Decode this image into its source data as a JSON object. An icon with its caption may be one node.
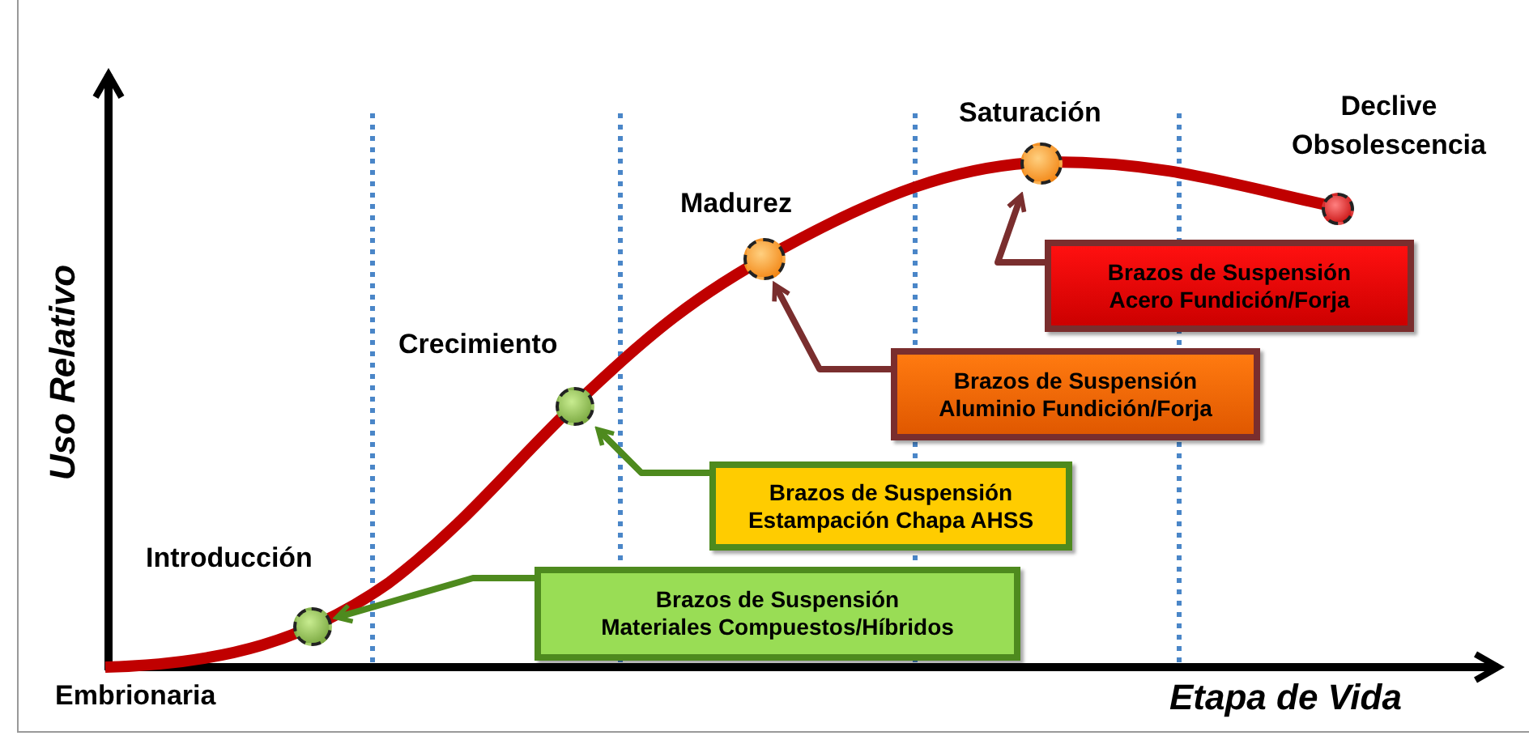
{
  "diagram": {
    "nodes": [
      {
        "text": [
          "Brazos de Suspensión Acero Fundición/Forja"
        ]
      },
      {
        "text": [
          "Brazos de Suspensión Aluminio Fundición/Forja"
        ]
      },
      {
        "text": [
          "Brazos de Suspensión Estampación Chapa AHSS"
        ]
      },
      {
        "text": [
          "Brazos de Suspensión Materiales Compuestos/Híbridos"
        ]
      },
      {
        "text": [],
        "shape": "circle",
        "beside": [
          "Introducción"
        ]
      },
      {
        "text": [],
        "shape": "circle",
        "beside": [
          "Crecimiento"
        ]
      },
      {
        "text": [],
        "shape": "circle",
        "beside": [
          "Madurez"
        ]
      },
      {
        "text": [],
        "shape": "circle",
        "beside": [
          "Saturación"
        ]
      },
      {
        "text": [],
        "shape": "circle",
        "beside": [
          "Declive Obsolescencia"
        ]
      }
    ],
    "edges": [
      {
        "from": 0,
        "to": 7,
        "arrow": "to",
        "color": "#7a2e2e"
      },
      {
        "from": 1,
        "to": 6,
        "arrow": "to",
        "color": "#7a2e2e"
      },
      {
        "from": 2,
        "to": 5,
        "arrow": "to",
        "color": "#4e8a1e"
      },
      {
        "from": 3,
        "to": 4,
        "arrow": "to",
        "color": "#4e8a1e"
      }
    ],
    "labels": [
      "Uso Relativo",
      "Embrionaria",
      "Etapa de Vida"
    ]
  }
}
